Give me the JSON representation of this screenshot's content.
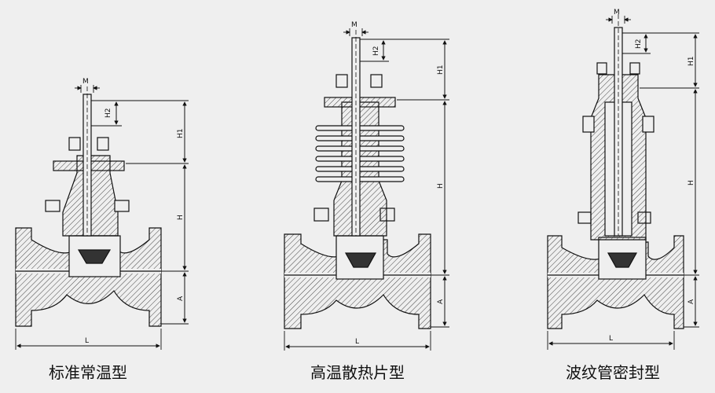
{
  "valves": [
    {
      "caption": "标准常温型",
      "labels": {
        "M": "M",
        "H2": "H2",
        "H1": "H1",
        "H": "H",
        "A": "A",
        "L": "L"
      }
    },
    {
      "caption": "高温散热片型",
      "labels": {
        "M": "M",
        "H2": "H2",
        "H1": "H1",
        "H": "H",
        "A": "A",
        "L": "L"
      }
    },
    {
      "caption": "波纹管密封型",
      "labels": {
        "M": "M",
        "H2": "H2",
        "H1": "H1",
        "H": "H",
        "A": "A",
        "L": "L"
      }
    }
  ],
  "colors": {
    "line": "#111111",
    "hatch": "#444444",
    "background": "#efefef"
  }
}
